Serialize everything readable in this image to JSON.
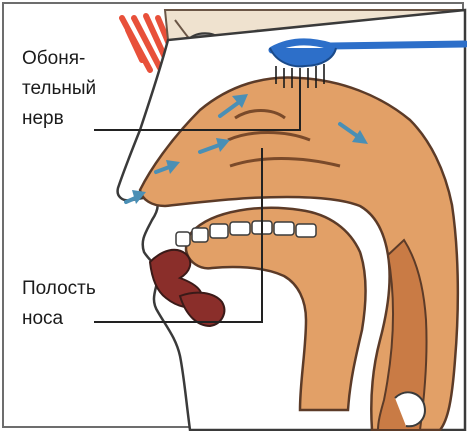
{
  "labels": {
    "olfactory_nerve": {
      "line1": "Обоня-",
      "line2": "тельный",
      "line3": "нерв"
    },
    "nasal_cavity": {
      "line1": "Полость",
      "line2": "носа"
    }
  },
  "colors": {
    "tissue": "#e2a067",
    "tissue_dark": "#c97b45",
    "bone": "#efe2cf",
    "bone_outline": "#6b5646",
    "nerve": "#2d6fc9",
    "airflow_arrow": "#4a8fb5",
    "hair": "#e8503a",
    "teeth": "#ffffff",
    "lips": "#8a2e2a",
    "leader_line": "#222222"
  }
}
